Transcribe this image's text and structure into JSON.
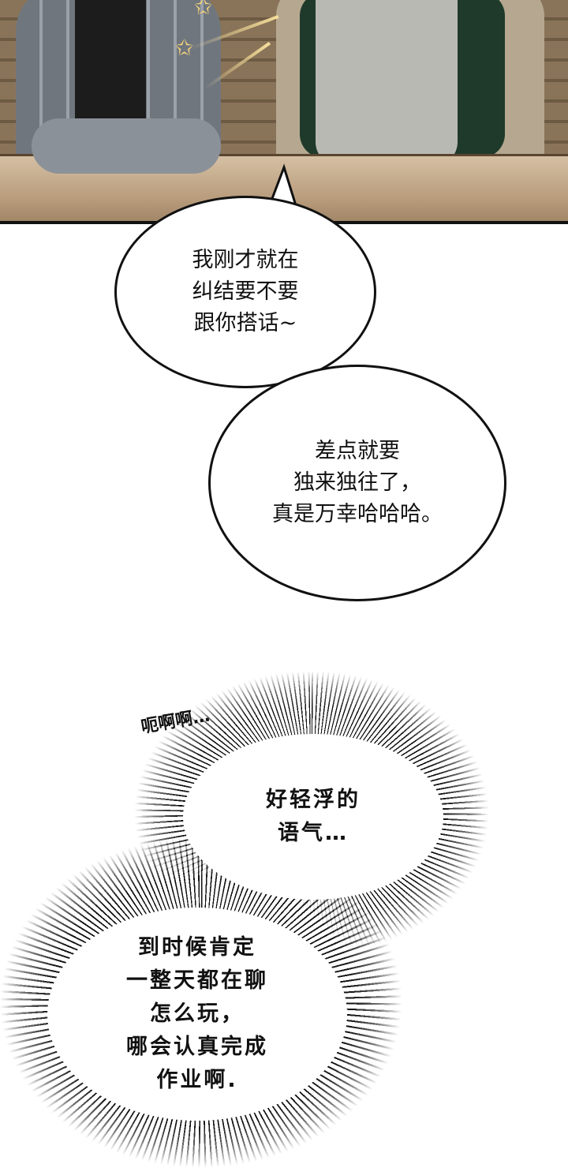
{
  "bubbles": [
    {
      "text": "我刚才就在\n纠结要不要\n跟你搭话~"
    },
    {
      "text": "差点就要\n独来独往了，\n真是万幸哈哈哈。"
    }
  ],
  "thought_bubbles": [
    {
      "text": "好轻浮的\n语气…"
    },
    {
      "text": "到时候肯定\n一整天都在聊\n怎么玩，\n哪会认真完成\n作业啊."
    }
  ],
  "sound_effect": "呃啊啊…"
}
